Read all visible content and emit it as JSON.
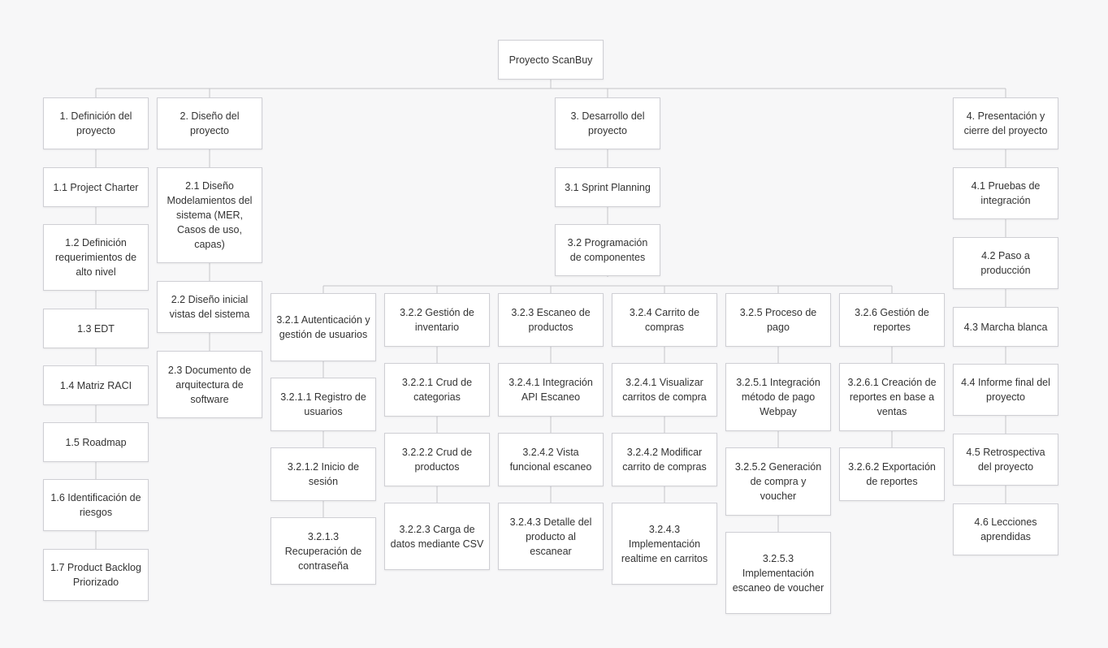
{
  "diagram": {
    "root": "Proyecto ScanBuy",
    "l1": [
      "1. Definición del proyecto",
      "2. Diseño del proyecto",
      "3. Desarrollo del proyecto",
      "4. Presentación y cierre del proyecto"
    ],
    "c1": [
      "1.1 Project Charter",
      "1.2 Definición requerimientos de alto nivel",
      "1.3 EDT",
      "1.4 Matriz RACI",
      "1.5 Roadmap",
      "1.6 Identificación de riesgos",
      "1.7 Product Backlog Priorizado"
    ],
    "c2": [
      "2.1 Diseño Modelamientos del sistema (MER, Casos de uso, capas)",
      "2.2 Diseño inicial vistas del sistema",
      "2.3 Documento de arquitectura de software"
    ],
    "c3": [
      "3.1 Sprint Planning",
      "3.2 Programación de componentes"
    ],
    "c4": [
      "4.1 Pruebas de integración",
      "4.2 Paso a producción",
      "4.3 Marcha blanca",
      "4.4 Informe final del proyecto",
      "4.5 Retrospectiva del proyecto",
      "4.6 Lecciones aprendidas"
    ],
    "l3": [
      "3.2.1 Autenticación y gestión de usuarios",
      "3.2.2 Gestión de inventario",
      "3.2.3 Escaneo de productos",
      "3.2.4 Carrito de compras",
      "3.2.5 Proceso de pago",
      "3.2.6 Gestión de reportes"
    ],
    "s1": [
      "3.2.1.1 Registro de usuarios",
      "3.2.1.2 Inicio de sesión",
      "3.2.1.3 Recuperación de contraseña"
    ],
    "s2": [
      "3.2.2.1 Crud de categorias",
      "3.2.2.2 Crud de productos",
      "3.2.2.3 Carga de datos mediante CSV"
    ],
    "s3": [
      "3.2.4.1 Integración API Escaneo",
      "3.2.4.2 Vista funcional escaneo",
      "3.2.4.3 Detalle del producto al escanear"
    ],
    "s4": [
      "3.2.4.1 Visualizar carritos de compra",
      "3.2.4.2 Modificar carrito de compras",
      "3.2.4.3 Implementación realtime en carritos"
    ],
    "s5": [
      "3.2.5.1 Integración método de pago Webpay",
      "3.2.5.2 Generación de compra y voucher",
      "3.2.5.3 Implementación escaneo de voucher"
    ],
    "s6": [
      "3.2.6.1 Creación de reportes en base a ventas",
      "3.2.6.2 Exportación de reportes"
    ]
  },
  "colors": {
    "background": "#f7f7f8",
    "node_fill": "#ffffff",
    "node_border": "#cfcfd4",
    "connector": "#c4c4c9",
    "text": "#333333"
  }
}
